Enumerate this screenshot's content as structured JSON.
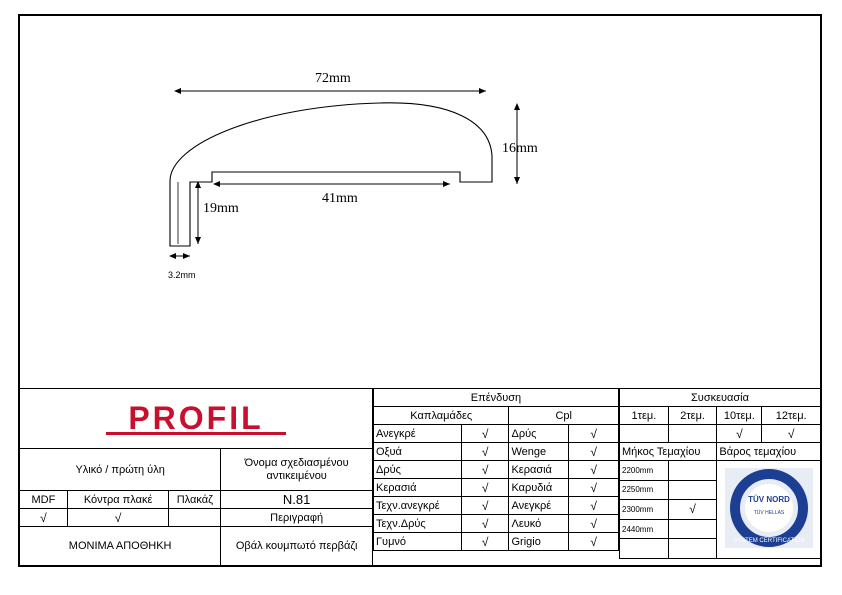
{
  "drawing": {
    "width_label": "72mm",
    "height_label": "16mm",
    "inner_label": "41mm",
    "leg_label": "19mm",
    "thickness_label": "3.2mm"
  },
  "logo": {
    "text": "PROFIL",
    "color": "#c8102e"
  },
  "material": {
    "header": "Υλικό / πρώτη ύλη",
    "columns": [
      "MDF",
      "Κόντρα πλακέ",
      "Πλακάζ"
    ],
    "marks": [
      "√",
      "√",
      ""
    ]
  },
  "design": {
    "name_header": "Όνομα σχεδιασμένου αντικειμένου",
    "code": "N.81",
    "description_header": "Περιγραφή",
    "description": "Οβάλ κουμπωτό περβάζι"
  },
  "storage": "ΜΟΝΙΜΑ ΑΠΟΘΗΚΗ",
  "coating": {
    "header": "Επένδυση",
    "veneer_header": "Καπλαμάδες",
    "cpl_header": "Cpl",
    "rows": [
      {
        "veneer": "Ανεγκρέ",
        "veneer_mark": "√",
        "cpl": "Δρύς",
        "cpl_mark": "√"
      },
      {
        "veneer": "Οξυά",
        "veneer_mark": "√",
        "cpl": "Wenge",
        "cpl_mark": "√"
      },
      {
        "veneer": "Δρύς",
        "veneer_mark": "√",
        "cpl": "Κερασιά",
        "cpl_mark": "√"
      },
      {
        "veneer": "Κερασιά",
        "veneer_mark": "√",
        "cpl": "Καρυδιά",
        "cpl_mark": "√"
      },
      {
        "veneer": "Τεχν.ανεγκρέ",
        "veneer_mark": "√",
        "cpl": "Ανεγκρέ",
        "cpl_mark": "√"
      },
      {
        "veneer": "Τεχν.Δρύς",
        "veneer_mark": "√",
        "cpl": "Λευκό",
        "cpl_mark": "√"
      },
      {
        "veneer": "Γυμνό",
        "veneer_mark": "√",
        "cpl": "Grigio",
        "cpl_mark": "√"
      }
    ]
  },
  "packaging": {
    "header": "Συσκευασία",
    "columns": [
      "1τεμ.",
      "2τεμ.",
      "10τεμ.",
      "12τεμ."
    ],
    "marks": [
      "",
      "",
      "√",
      "√"
    ],
    "length_header": "Μήκος Τεμαχίου",
    "weight_header": "Βάρος τεμαχίου",
    "lengths": [
      {
        "length": "2200mm",
        "mark": ""
      },
      {
        "length": "2250mm",
        "mark": ""
      },
      {
        "length": "2300mm",
        "mark": "√"
      },
      {
        "length": "2440mm",
        "mark": ""
      }
    ]
  },
  "certification": {
    "brand": "TÜV NORD",
    "sub": "TÜV HELLAS",
    "ring": "SYSTEM CERTIFICATION",
    "color": "#1c3f94"
  }
}
